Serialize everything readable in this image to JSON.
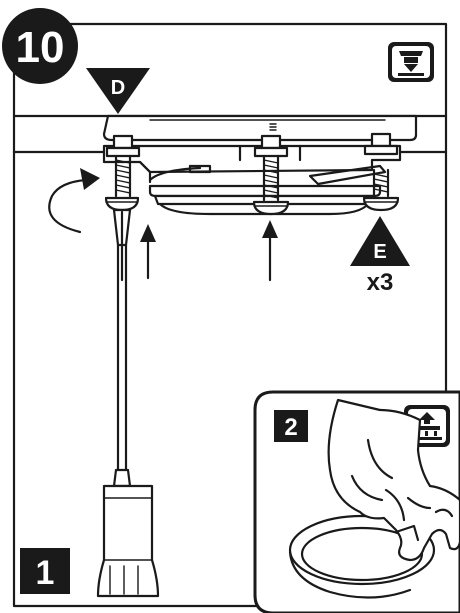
{
  "step": {
    "number": "10"
  },
  "labels": {
    "part_d": "D",
    "part_e": "E",
    "quantity": "x3",
    "substep_1": "1",
    "substep_2": "2"
  },
  "icons": {
    "top_right": "lower-tray-install-icon",
    "inset": "upper-tray-install-icon"
  },
  "colors": {
    "ink": "#1a1a1a",
    "paper": "#ffffff"
  }
}
